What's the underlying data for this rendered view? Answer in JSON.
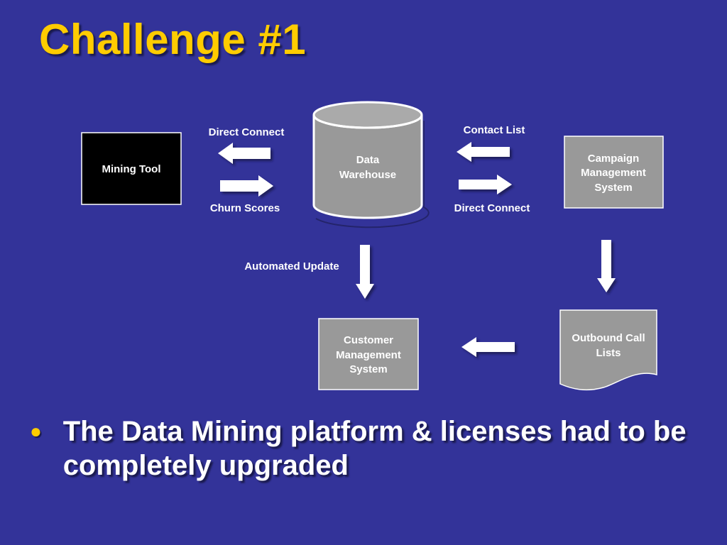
{
  "slide": {
    "title": "Challenge #1",
    "bullet_char": "●",
    "bullet_text": "The Data Mining platform & licenses had to be completely upgraded"
  },
  "diagram": {
    "mining_tool": "Mining Tool",
    "data_warehouse": [
      "Data",
      "Warehouse"
    ],
    "campaign_system": [
      "Campaign",
      "Management",
      "System"
    ],
    "customer_system": [
      "Customer",
      "Management",
      "System"
    ],
    "outbound_lists": [
      "Outbound Call",
      "Lists"
    ],
    "labels": {
      "direct_connect_left": "Direct Connect",
      "churn_scores": "Churn Scores",
      "contact_list": "Contact List",
      "direct_connect_right": "Direct Connect",
      "automated_update": "Automated Update"
    },
    "colors": {
      "background": "#333399",
      "title": "#ffcc00",
      "box_gray": "#999999",
      "mining_box": "#000000",
      "arrow": "#ffffff"
    }
  }
}
